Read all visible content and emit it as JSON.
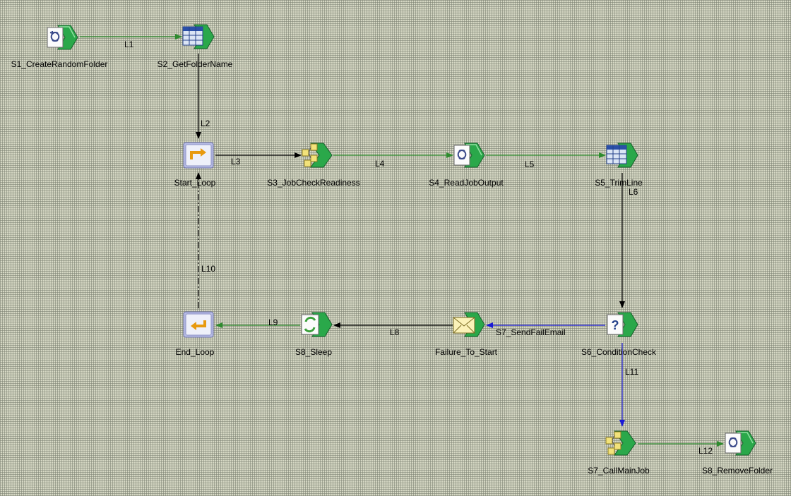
{
  "nodes": {
    "s1": {
      "label": "S1_CreateRandomFolder",
      "icon": "script-icon"
    },
    "s2": {
      "label": "S2_GetFolderName",
      "icon": "table-icon"
    },
    "start_loop": {
      "label": "Start_Loop",
      "icon": "loop-start-icon"
    },
    "s3": {
      "label": "S3_JobCheckReadiness",
      "icon": "job-icon"
    },
    "s4": {
      "label": "S4_ReadJobOutput",
      "icon": "script-icon"
    },
    "s5": {
      "label": "S5_TrimLine",
      "icon": "table-icon"
    },
    "end_loop": {
      "label": "End_Loop",
      "icon": "loop-end-icon"
    },
    "s8_sleep": {
      "label": "S8_Sleep",
      "icon": "sleep-icon"
    },
    "failure": {
      "label": "Failure_To_Start",
      "icon": "email-icon"
    },
    "s6": {
      "label": "S6_ConditionCheck",
      "icon": "condition-icon"
    },
    "s7_main": {
      "label": "S7_CallMainJob",
      "icon": "job-icon"
    },
    "s8_remove": {
      "label": "S8_RemoveFolder",
      "icon": "script-icon"
    }
  },
  "links": {
    "l1": "L1",
    "l2": "L2",
    "l3": "L3",
    "l4": "L4",
    "l5": "L5",
    "l6": "L6",
    "l7": "S7_SendFailEmail",
    "l8": "L8",
    "l9": "L9",
    "l10": "L10",
    "l11": "L11",
    "l12": "L12"
  },
  "colors": {
    "background": "#d6d8c4",
    "success_link": "#2e8b2e",
    "default_link": "#000000",
    "conditional_link": "#1a1ad6",
    "node_green": "#2aa84a"
  }
}
